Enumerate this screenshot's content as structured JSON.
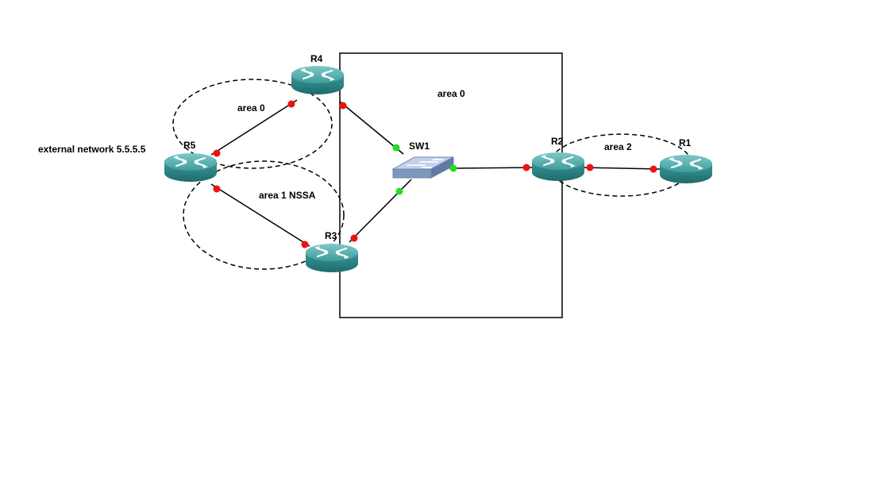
{
  "diagram": {
    "area_labels": {
      "backbone": "area 0",
      "r4_r5": "area 0",
      "nssa": "area 1 NSSA",
      "area2": "area 2"
    },
    "external_label": "external network 5.5.5.5",
    "devices": {
      "r1": "R1",
      "r2": "R2",
      "r3": "R3",
      "r4": "R4",
      "r5": "R5",
      "sw1": "SW1"
    },
    "colors": {
      "router_body": "#2e8a8a",
      "router_top": "#5fb4b4",
      "switch_body": "#8fa6c9",
      "link": "#000000",
      "port_up_green": "#22dd22",
      "port_red": "#ee1111"
    }
  }
}
